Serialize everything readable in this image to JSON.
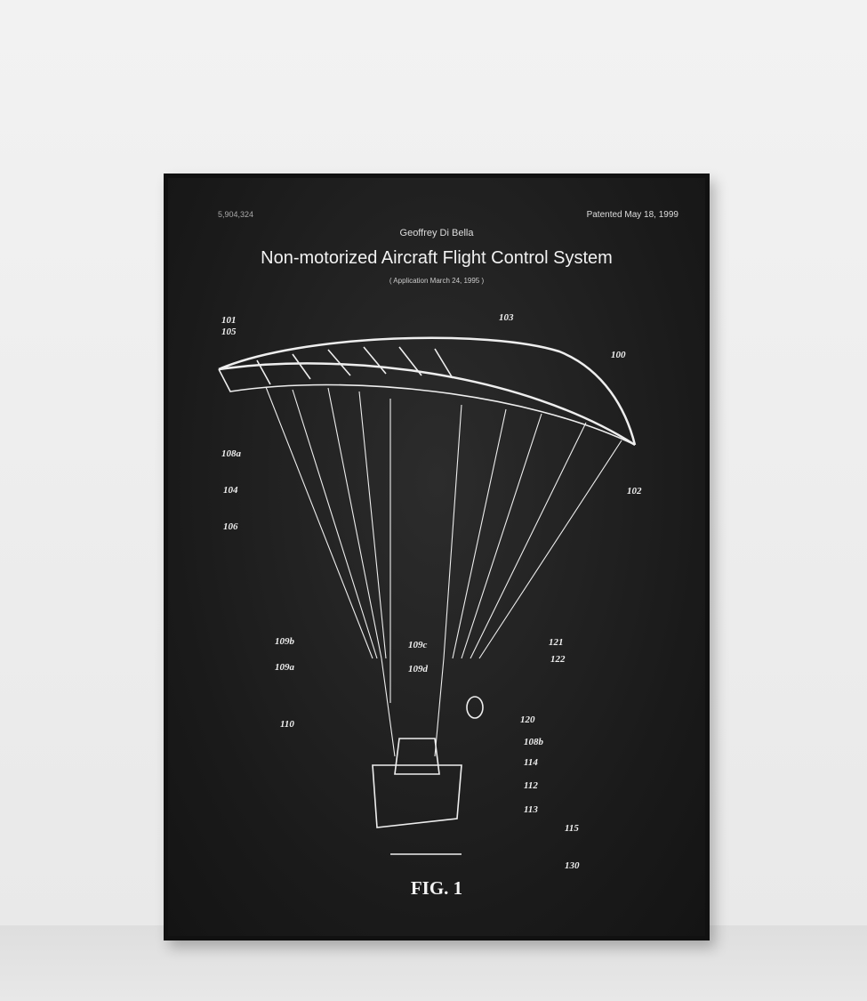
{
  "poster": {
    "patent_number": "5,904,324",
    "patented_date": "Patented May 18, 1999",
    "inventor": "Geoffrey Di Bella",
    "title": "Non-motorized Aircraft Flight Control System",
    "application": "( Application March 24, 1995 )",
    "figure_label": "FIG. 1",
    "labels": [
      "101",
      "105",
      "103",
      "100",
      "108a",
      "104",
      "102",
      "106",
      "109b",
      "109c",
      "109a",
      "109d",
      "121",
      "122",
      "120",
      "110",
      "108b",
      "114",
      "112",
      "113",
      "115",
      "130"
    ]
  }
}
